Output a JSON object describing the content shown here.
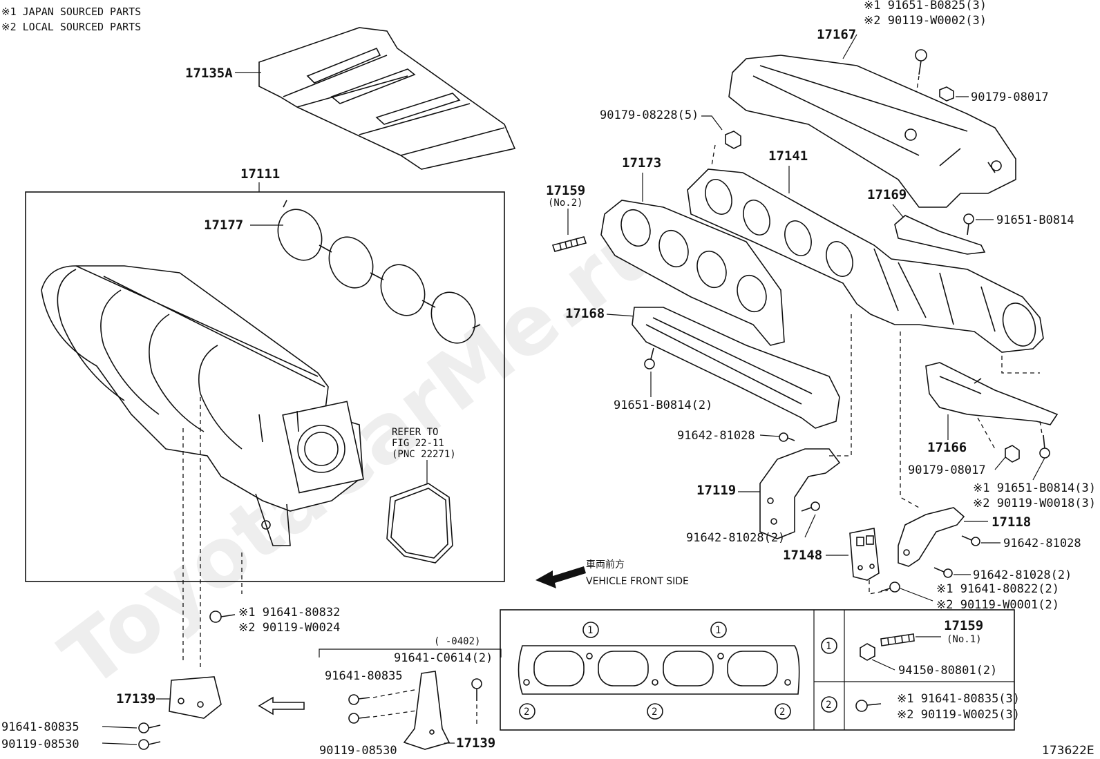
{
  "notes": {
    "n1": "※1 JAPAN SOURCED PARTS",
    "n2": "※2 LOCAL SOURCED PARTS"
  },
  "watermark": "ToyotaCarMe.ru",
  "direction": {
    "jp": "車両前方",
    "en": "VEHICLE FRONT SIDE"
  },
  "refer": {
    "l1": "REFER TO",
    "l2": "FIG 22-11",
    "l3": "(PNC 22271)"
  },
  "date_range": "(      -0402)",
  "figure_id": "173622E",
  "labels": {
    "p17135A": "17135A",
    "p17111": "17111",
    "p17177": "17177",
    "p17167": "17167",
    "p17167_a": "※1 91651-B0825(3)",
    "p17167_b": "※2 90119-W0002(3)",
    "p90179_08017a": "90179-08017",
    "p90179_08228": "90179-08228(5)",
    "p17141": "17141",
    "p17173": "17173",
    "p17159_no2": "17159",
    "p17159_no2s": "(No.2)",
    "p17169": "17169",
    "p91651_B0814a": "91651-B0814",
    "p17168": "17168",
    "p91651_B0814_2": "91651-B0814(2)",
    "p91642_81028a": "91642-81028",
    "p17166": "17166",
    "p90179_08017b": "90179-08017",
    "p91651_B0814_3a": "※1 91651-B0814(3)",
    "p91651_B0814_3b": "※2 90119-W0018(3)",
    "p17119": "17119",
    "p91642_81028_2a": "91642-81028(2)",
    "p17118": "17118",
    "p91642_81028b": "91642-81028",
    "p17148": "17148",
    "p91642_81028_2b": "91642-81028(2)",
    "p91641_80822": "※1 91641-80822(2)",
    "p90119_W0001": "※2 90119-W0001(2)",
    "p91641_80832": "※1 91641-80832",
    "p90119_W0024": "※2 90119-W0024",
    "p91641_C0614": "91641-C0614(2)",
    "p91641_80835a": "91641-80835",
    "p90119_08530a": "90119-08530",
    "p17139a": "17139",
    "p17139b": "17139",
    "p91641_80835b": "91641-80835",
    "p90119_08530b": "90119-08530",
    "p17159_no1": "17159",
    "p17159_no1s": "(No.1)",
    "p94150_80801": "94150-80801(2)",
    "p91641_80835_3": "※1 91641-80835(3)",
    "p90119_W0025": "※2 90119-W0025(3)"
  },
  "markers": {
    "m1": "1",
    "m2": "2"
  }
}
